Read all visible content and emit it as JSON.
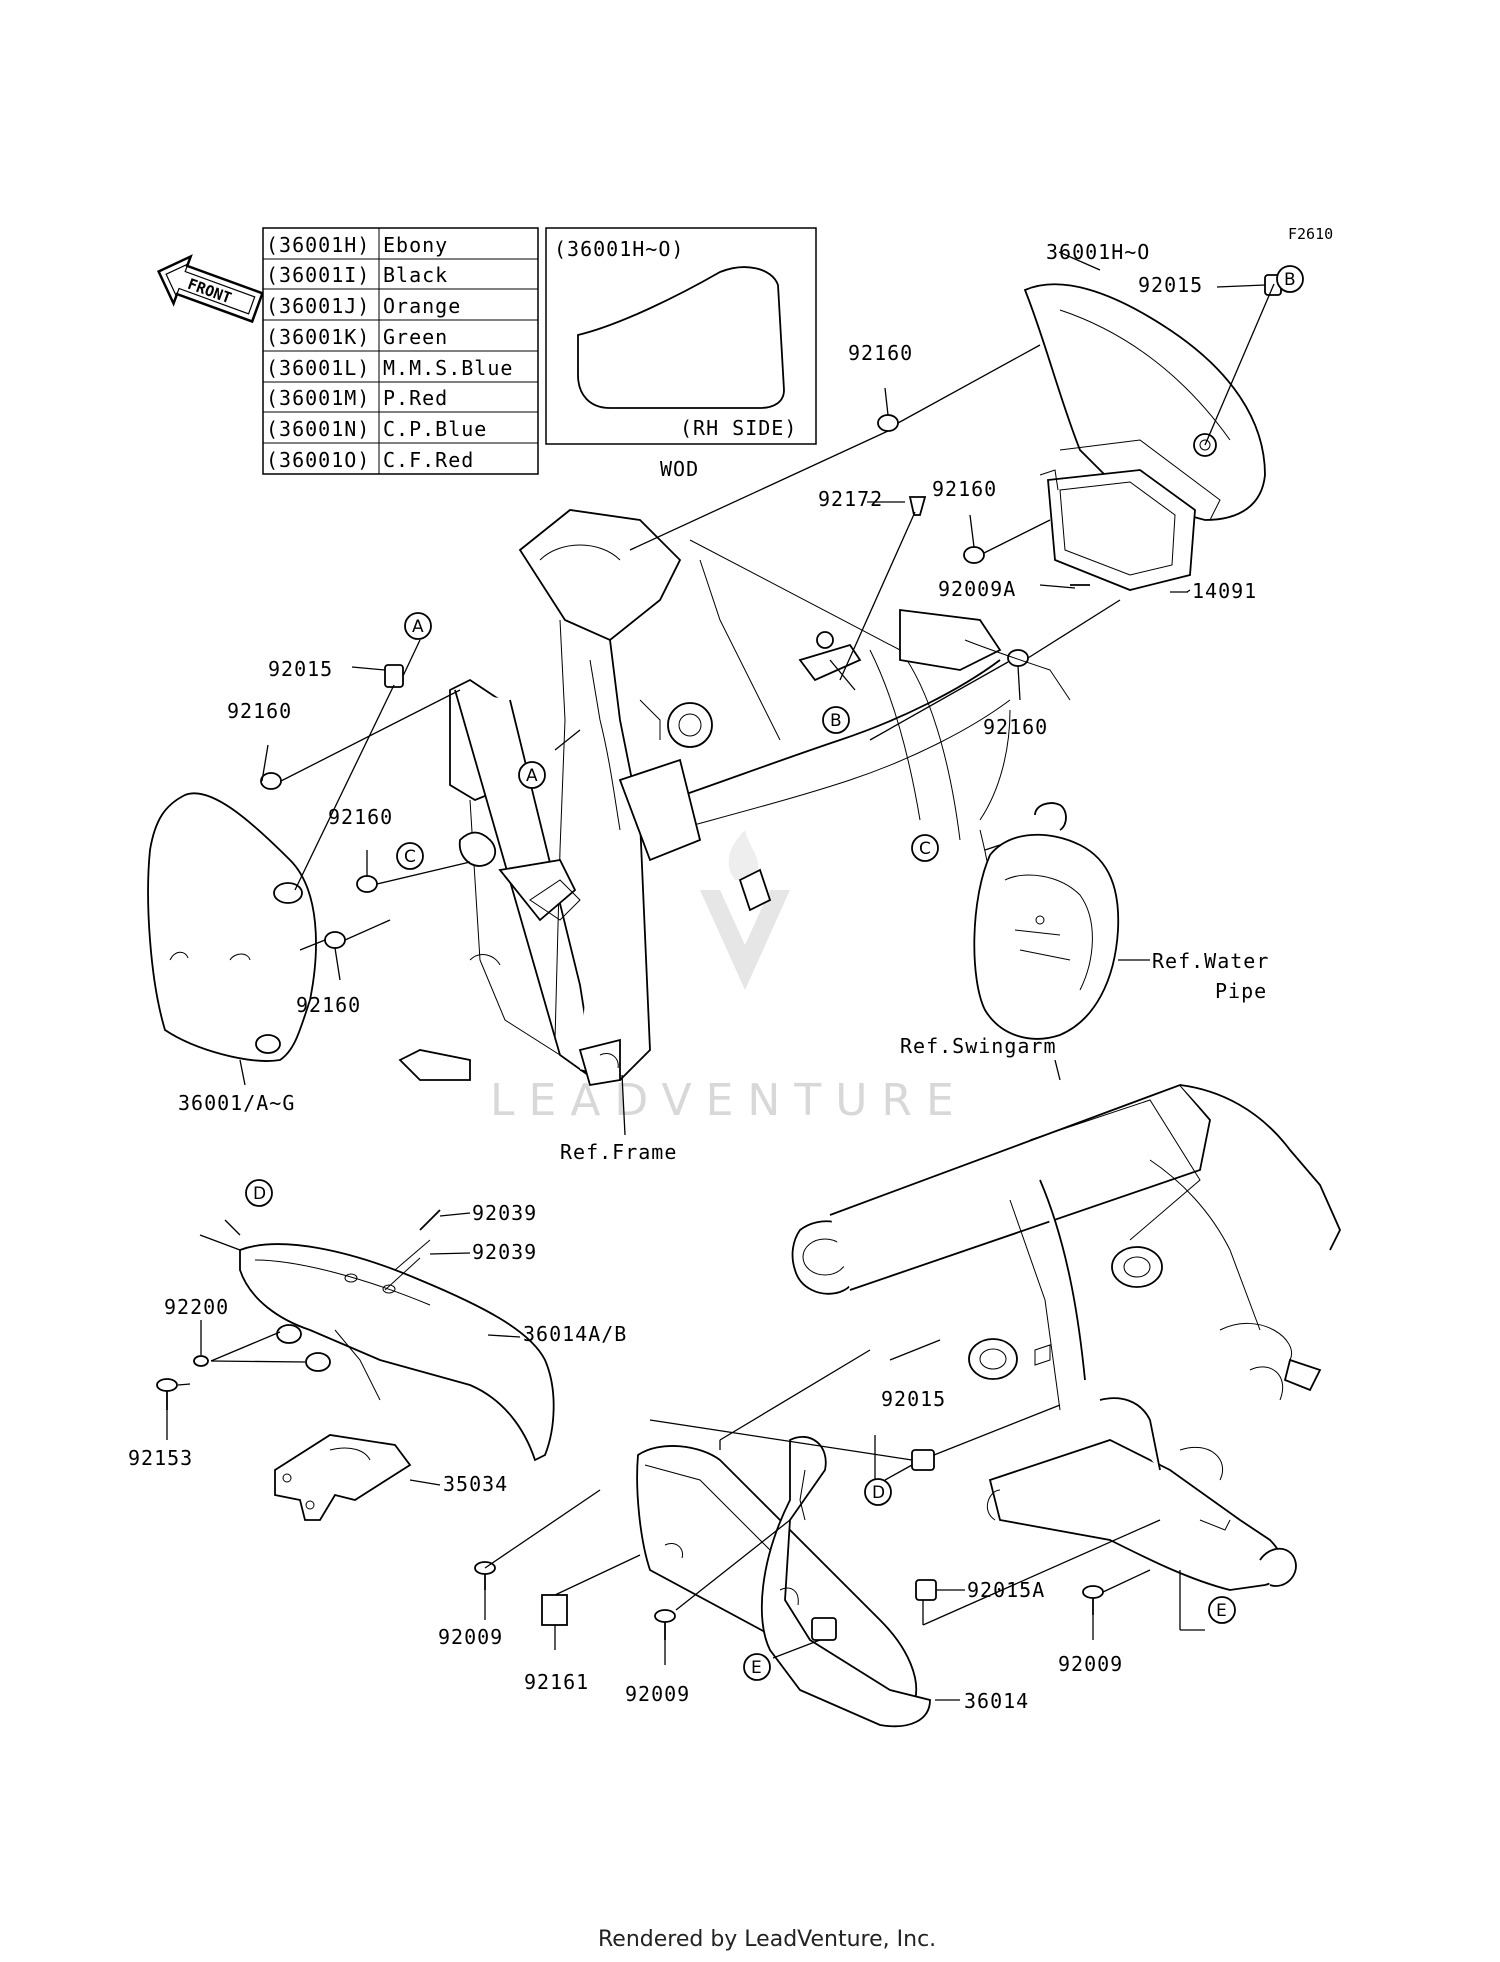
{
  "figure_id": "F2610",
  "front_arrow": "FRONT",
  "color_table": [
    {
      "code": "(36001H)",
      "color": "Ebony"
    },
    {
      "code": "(36001I)",
      "color": "Black"
    },
    {
      "code": "(36001J)",
      "color": "Orange"
    },
    {
      "code": "(36001K)",
      "color": "Green"
    },
    {
      "code": "(36001L)",
      "color": "M.M.S.Blue"
    },
    {
      "code": "(36001M)",
      "color": "P.Red"
    },
    {
      "code": "(36001N)",
      "color": "C.P.Blue"
    },
    {
      "code": "(36001O)",
      "color": "C.F.Red"
    }
  ],
  "inset": {
    "title": "(36001H~O)",
    "side": "(RH SIDE)",
    "caption": "WOD"
  },
  "parts": {
    "p36001HO": "36001H~O",
    "p92015_top": "92015",
    "p92160_a": "92160",
    "p92172": "92172",
    "p92160_b": "92160",
    "p92009A": "92009A",
    "p14091": "14091",
    "p92160_c": "92160",
    "p92015_left": "92015",
    "p92160_d": "92160",
    "p92160_e": "92160",
    "p92160_f": "92160",
    "p36001AG": "36001/A~G",
    "ref_frame": "Ref.Frame",
    "ref_water_1": "Ref.Water",
    "ref_water_2": "Pipe",
    "ref_swingarm": "Ref.Swingarm",
    "p92039_a": "92039",
    "p92039_b": "92039",
    "p92200": "92200",
    "p36014AB": "36014A/B",
    "p92153": "92153",
    "p35034": "35034",
    "p92015_low": "92015",
    "p92015A": "92015A",
    "p92009_a": "92009",
    "p92009_b": "92009",
    "p92009_c": "92009",
    "p92161": "92161",
    "p36014": "36014"
  },
  "callouts": {
    "A": "A",
    "B": "B",
    "C": "C",
    "D": "D",
    "E": "E"
  },
  "watermark": "LEADVENTURE",
  "footer": "Rendered by LeadVenture, Inc."
}
